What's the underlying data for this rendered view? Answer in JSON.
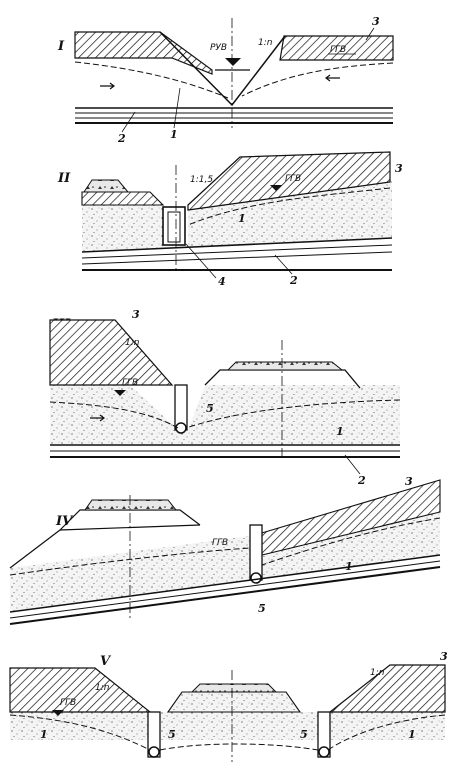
{
  "panels": [
    {
      "numeral": "I",
      "labels": {
        "n1": "1",
        "n2": "2",
        "n3": "3",
        "ruv": "РУВ",
        "ggv": "ГГВ",
        "slope": "1:n"
      }
    },
    {
      "numeral": "II",
      "labels": {
        "n1": "1",
        "n2": "2",
        "n3": "3",
        "n4": "4",
        "ggv": "ГГВ",
        "slope": "1:1,5"
      }
    },
    {
      "numeral": "III",
      "labels": {
        "n1": "1",
        "n2": "2",
        "n3": "3",
        "n5": "5",
        "ggv": "ГГВ",
        "slope": "1:n"
      }
    },
    {
      "numeral": "IV",
      "labels": {
        "n1": "1",
        "n3": "3",
        "n5": "5",
        "ggv": "ГГВ"
      }
    },
    {
      "numeral": "V",
      "labels": {
        "n1a": "1",
        "n1b": "1",
        "n3": "3",
        "n5a": "5",
        "n5b": "5",
        "ggv": "ГГВ",
        "slope_l": "1:n",
        "slope_r": "1:n"
      }
    }
  ],
  "colors": {
    "ink": "#111111",
    "paper": "#ffffff"
  }
}
